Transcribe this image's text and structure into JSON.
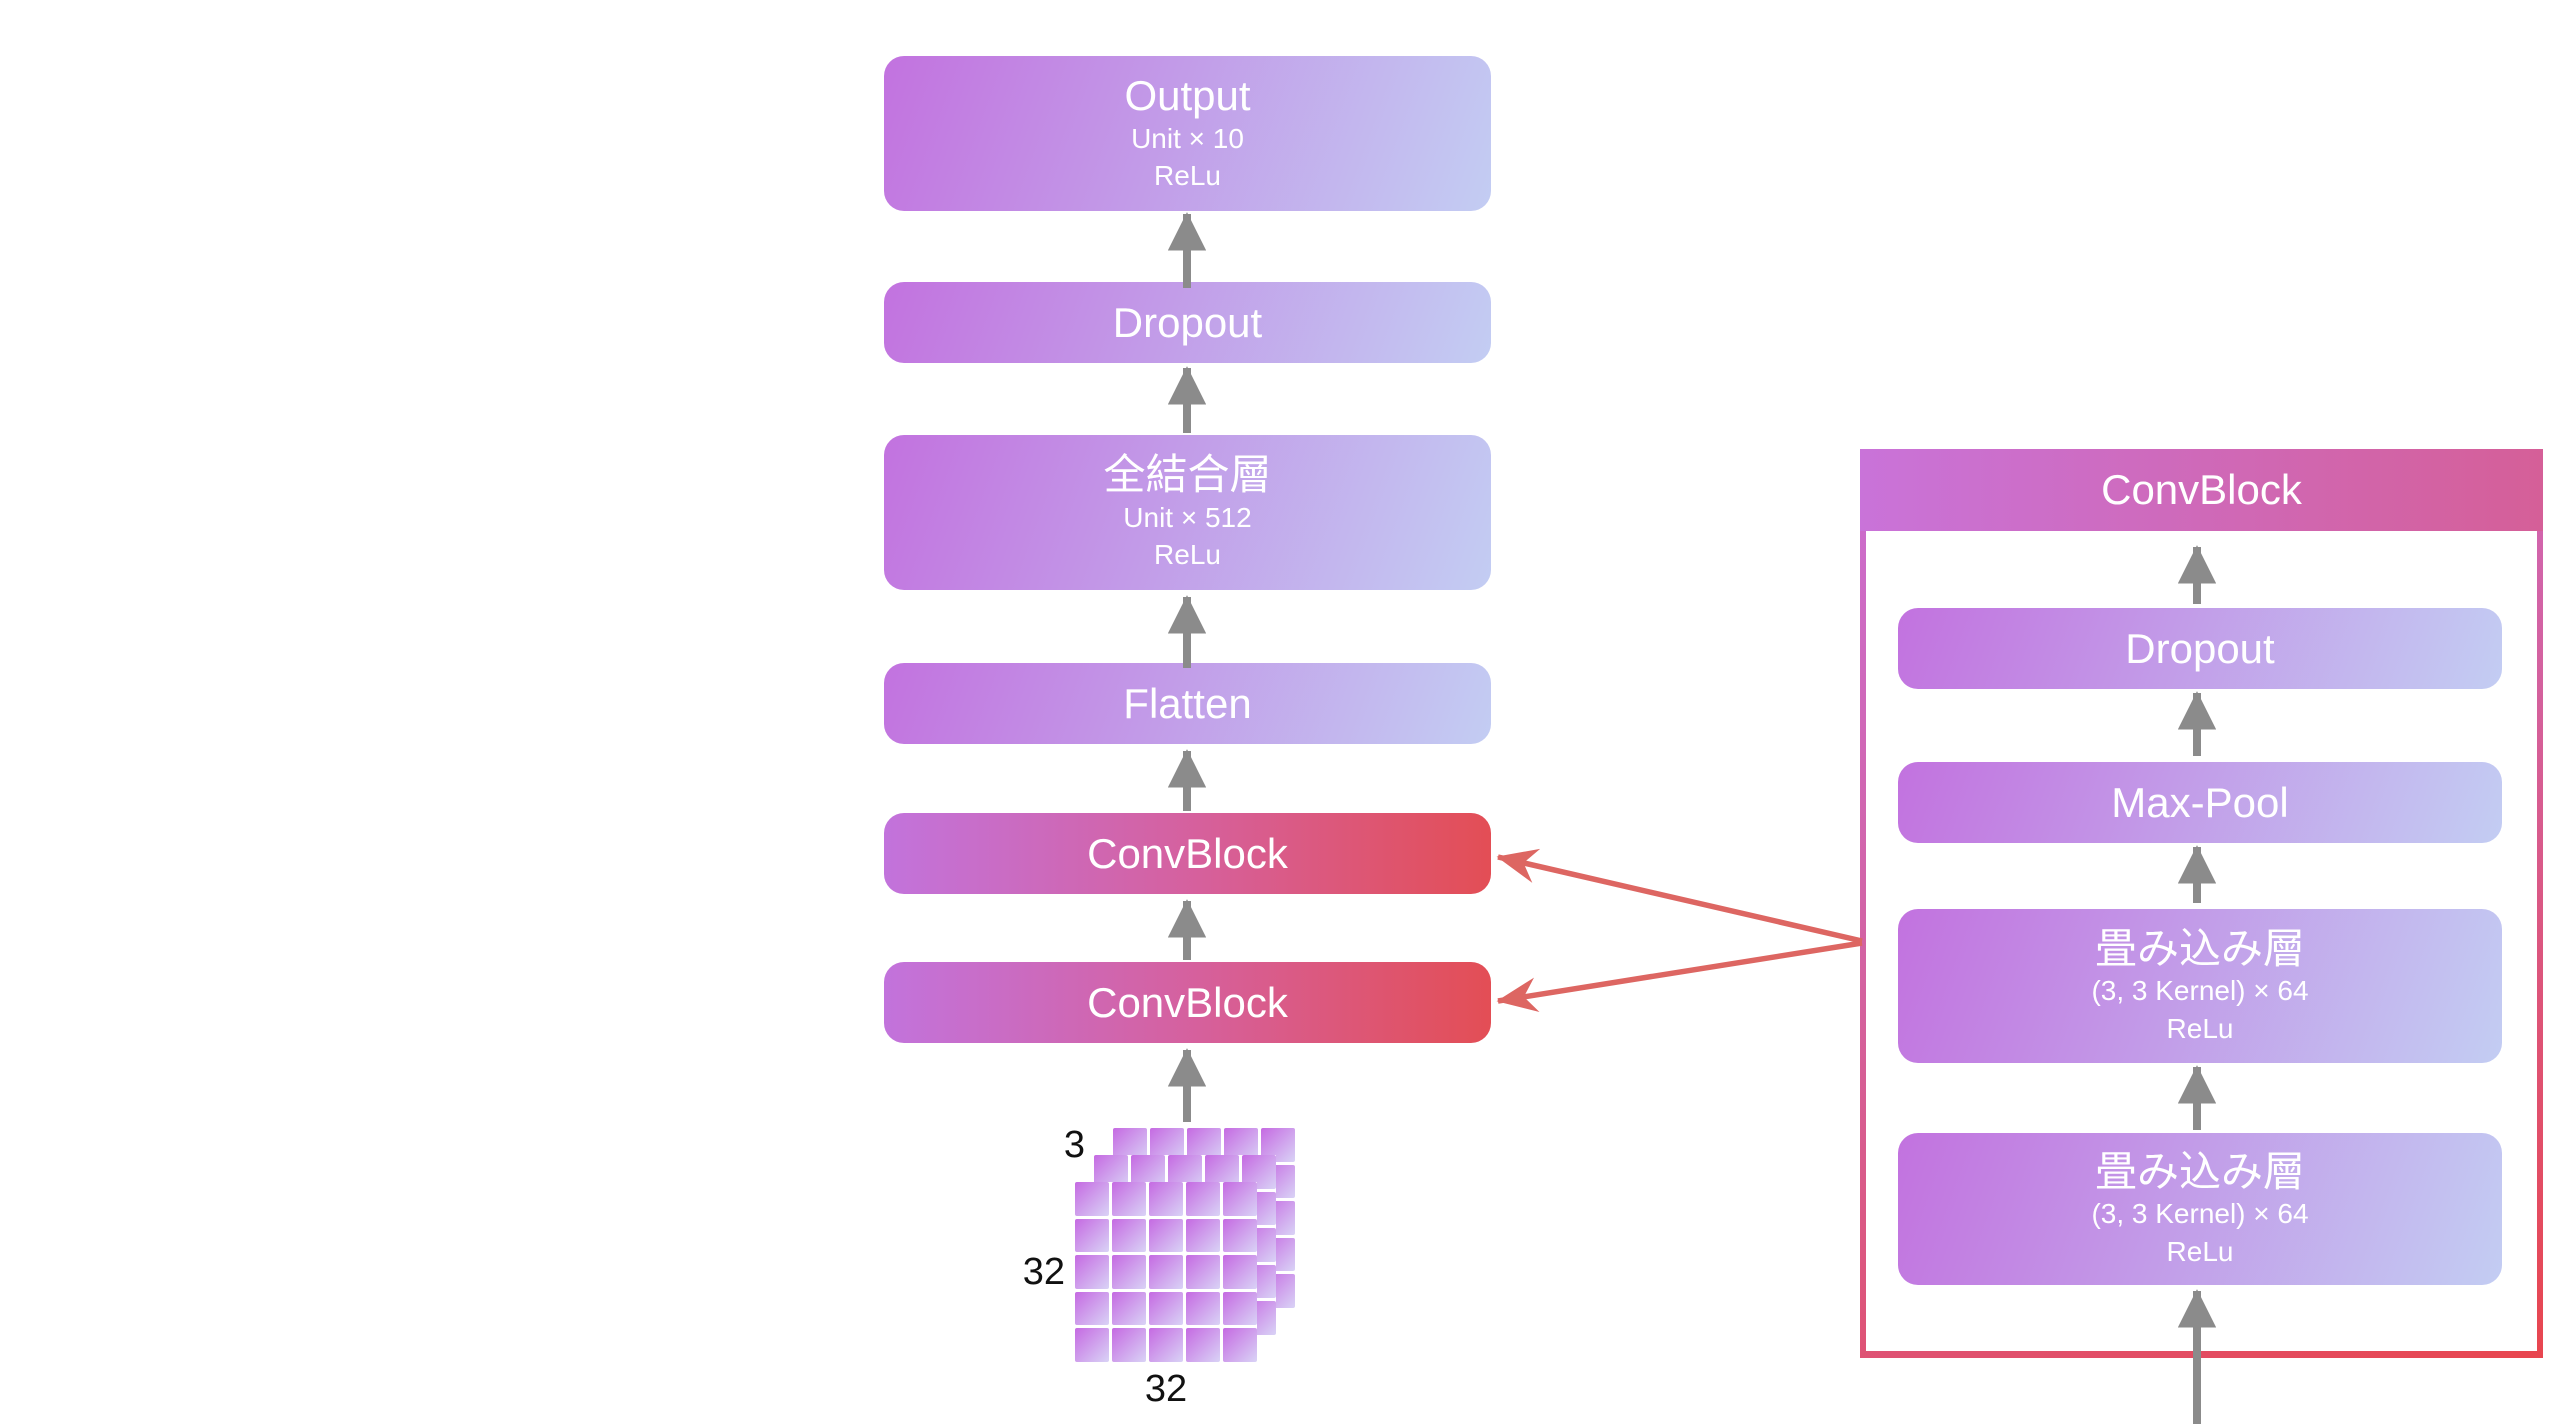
{
  "main_column": {
    "boxes": [
      {
        "title": "Output",
        "subtitle1": "Unit × 10",
        "subtitle2": "ReLu"
      },
      {
        "title": "Dropout"
      },
      {
        "title": "全結合層",
        "subtitle1": "Unit × 512",
        "subtitle2": "ReLu"
      },
      {
        "title": "Flatten"
      },
      {
        "title": "ConvBlock"
      },
      {
        "title": "ConvBlock"
      }
    ],
    "input_stack": {
      "channels_label": "3",
      "height_label": "32",
      "width_label": "32",
      "grid": {
        "rows": 5,
        "cols": 5,
        "layers": 3
      }
    }
  },
  "detail_panel": {
    "title": "ConvBlock",
    "boxes": [
      {
        "title": "Dropout"
      },
      {
        "title": "Max-Pool"
      },
      {
        "title": "畳み込み層",
        "subtitle1": "(3, 3 Kernel) × 64",
        "subtitle2": "ReLu"
      },
      {
        "title": "畳み込み層",
        "subtitle1": "(3, 3 Kernel) × 64",
        "subtitle2": "ReLu"
      }
    ]
  },
  "colors": {
    "box_gradient_start": "#c272df",
    "box_gradient_end": "#c3cdf3",
    "cell_gradient_start": "#c56ae2",
    "cell_gradient_end": "#d9d3f6",
    "conv_gradient_start": "#c273dc",
    "conv_gradient_mid": "#d6609c",
    "conv_gradient_end": "#e34e55",
    "header_gradient_start": "#c973d9",
    "header_gradient_end": "#d55f98",
    "panel_border_start": "#cb6ed2",
    "panel_border_mid": "#d4619e",
    "panel_border_end": "#e8464f",
    "arrow_gray": "#8b8b8b",
    "arrow_red": "#dd6662",
    "label_color": "#111111"
  }
}
